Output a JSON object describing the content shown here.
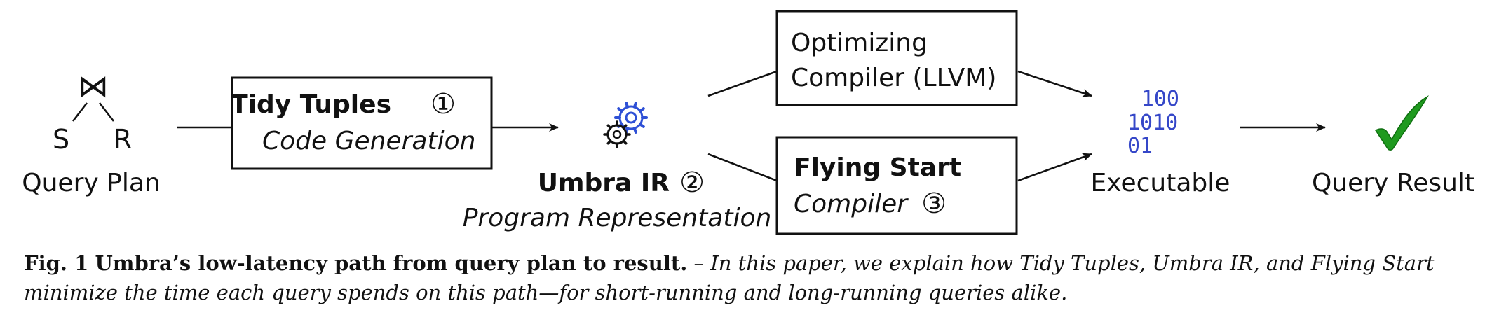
{
  "diagram": {
    "query_plan": {
      "join_symbol": "⋈",
      "left_relation": "S",
      "right_relation": "R",
      "label": "Query Plan"
    },
    "tidy_tuples": {
      "title": "Tidy Tuples",
      "step": "①",
      "subtitle": "Code Generation"
    },
    "umbra_ir": {
      "icon": "gears-icon",
      "title": "Umbra IR",
      "step": "②",
      "subtitle": "Program Representation"
    },
    "optimizing_compiler": {
      "line1": "Optimizing",
      "line2": "Compiler (LLVM)"
    },
    "flying_start": {
      "title": "Flying Start",
      "subtitle": "Compiler",
      "step": "③"
    },
    "executable": {
      "binary_lines": [
        "100",
        "1010",
        "01"
      ],
      "label": "Executable"
    },
    "query_result": {
      "icon": "checkmark-icon",
      "label": "Query Result"
    },
    "colors": {
      "ink": "#111111",
      "binary_blue": "#3547c8",
      "gear_blue": "#2e50d6",
      "check_green": "#1f9a1f"
    }
  },
  "caption": {
    "label": "Fig. 1",
    "title": "Umbra’s low-latency path from query plan to result.",
    "dash": " – ",
    "body": "In this paper, we explain how Tidy Tuples, Umbra IR, and Flying Start minimize the time each query spends on this path—for short-running and long-running queries alike."
  }
}
